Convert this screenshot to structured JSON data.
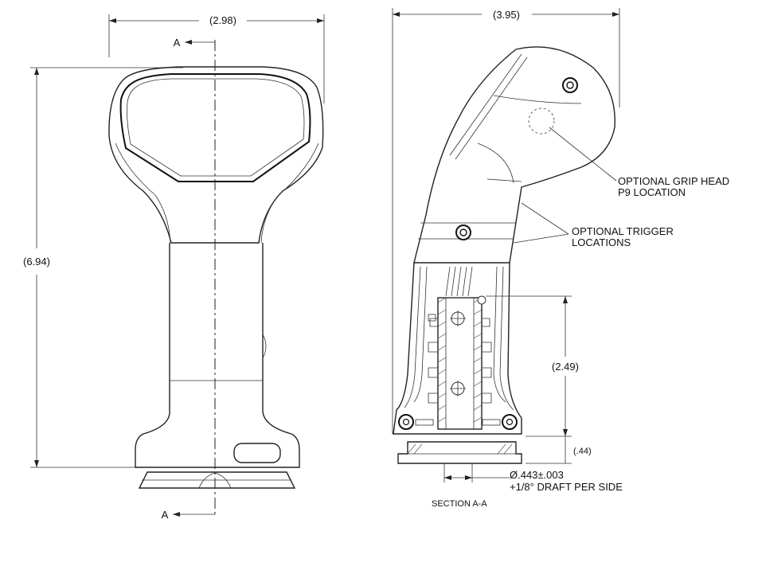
{
  "front_view": {
    "width_dim": "(2.98)",
    "height_dim": "(6.94)",
    "section_label_top": "A",
    "section_label_bottom": "A"
  },
  "section_view": {
    "width_dim": "(3.95)",
    "inner_height_dim": "(2.49)",
    "base_height_dim": "(.44)",
    "diameter_note": "Ø.443±.003",
    "draft_note": "+1/8° DRAFT PER SIDE",
    "caption": "SECTION  A-A",
    "callout_grip_head_line1": "OPTIONAL GRIP HEAD",
    "callout_grip_head_line2": "P9 LOCATION",
    "callout_trigger_line1": "OPTIONAL TRIGGER",
    "callout_trigger_line2": "LOCATIONS"
  }
}
